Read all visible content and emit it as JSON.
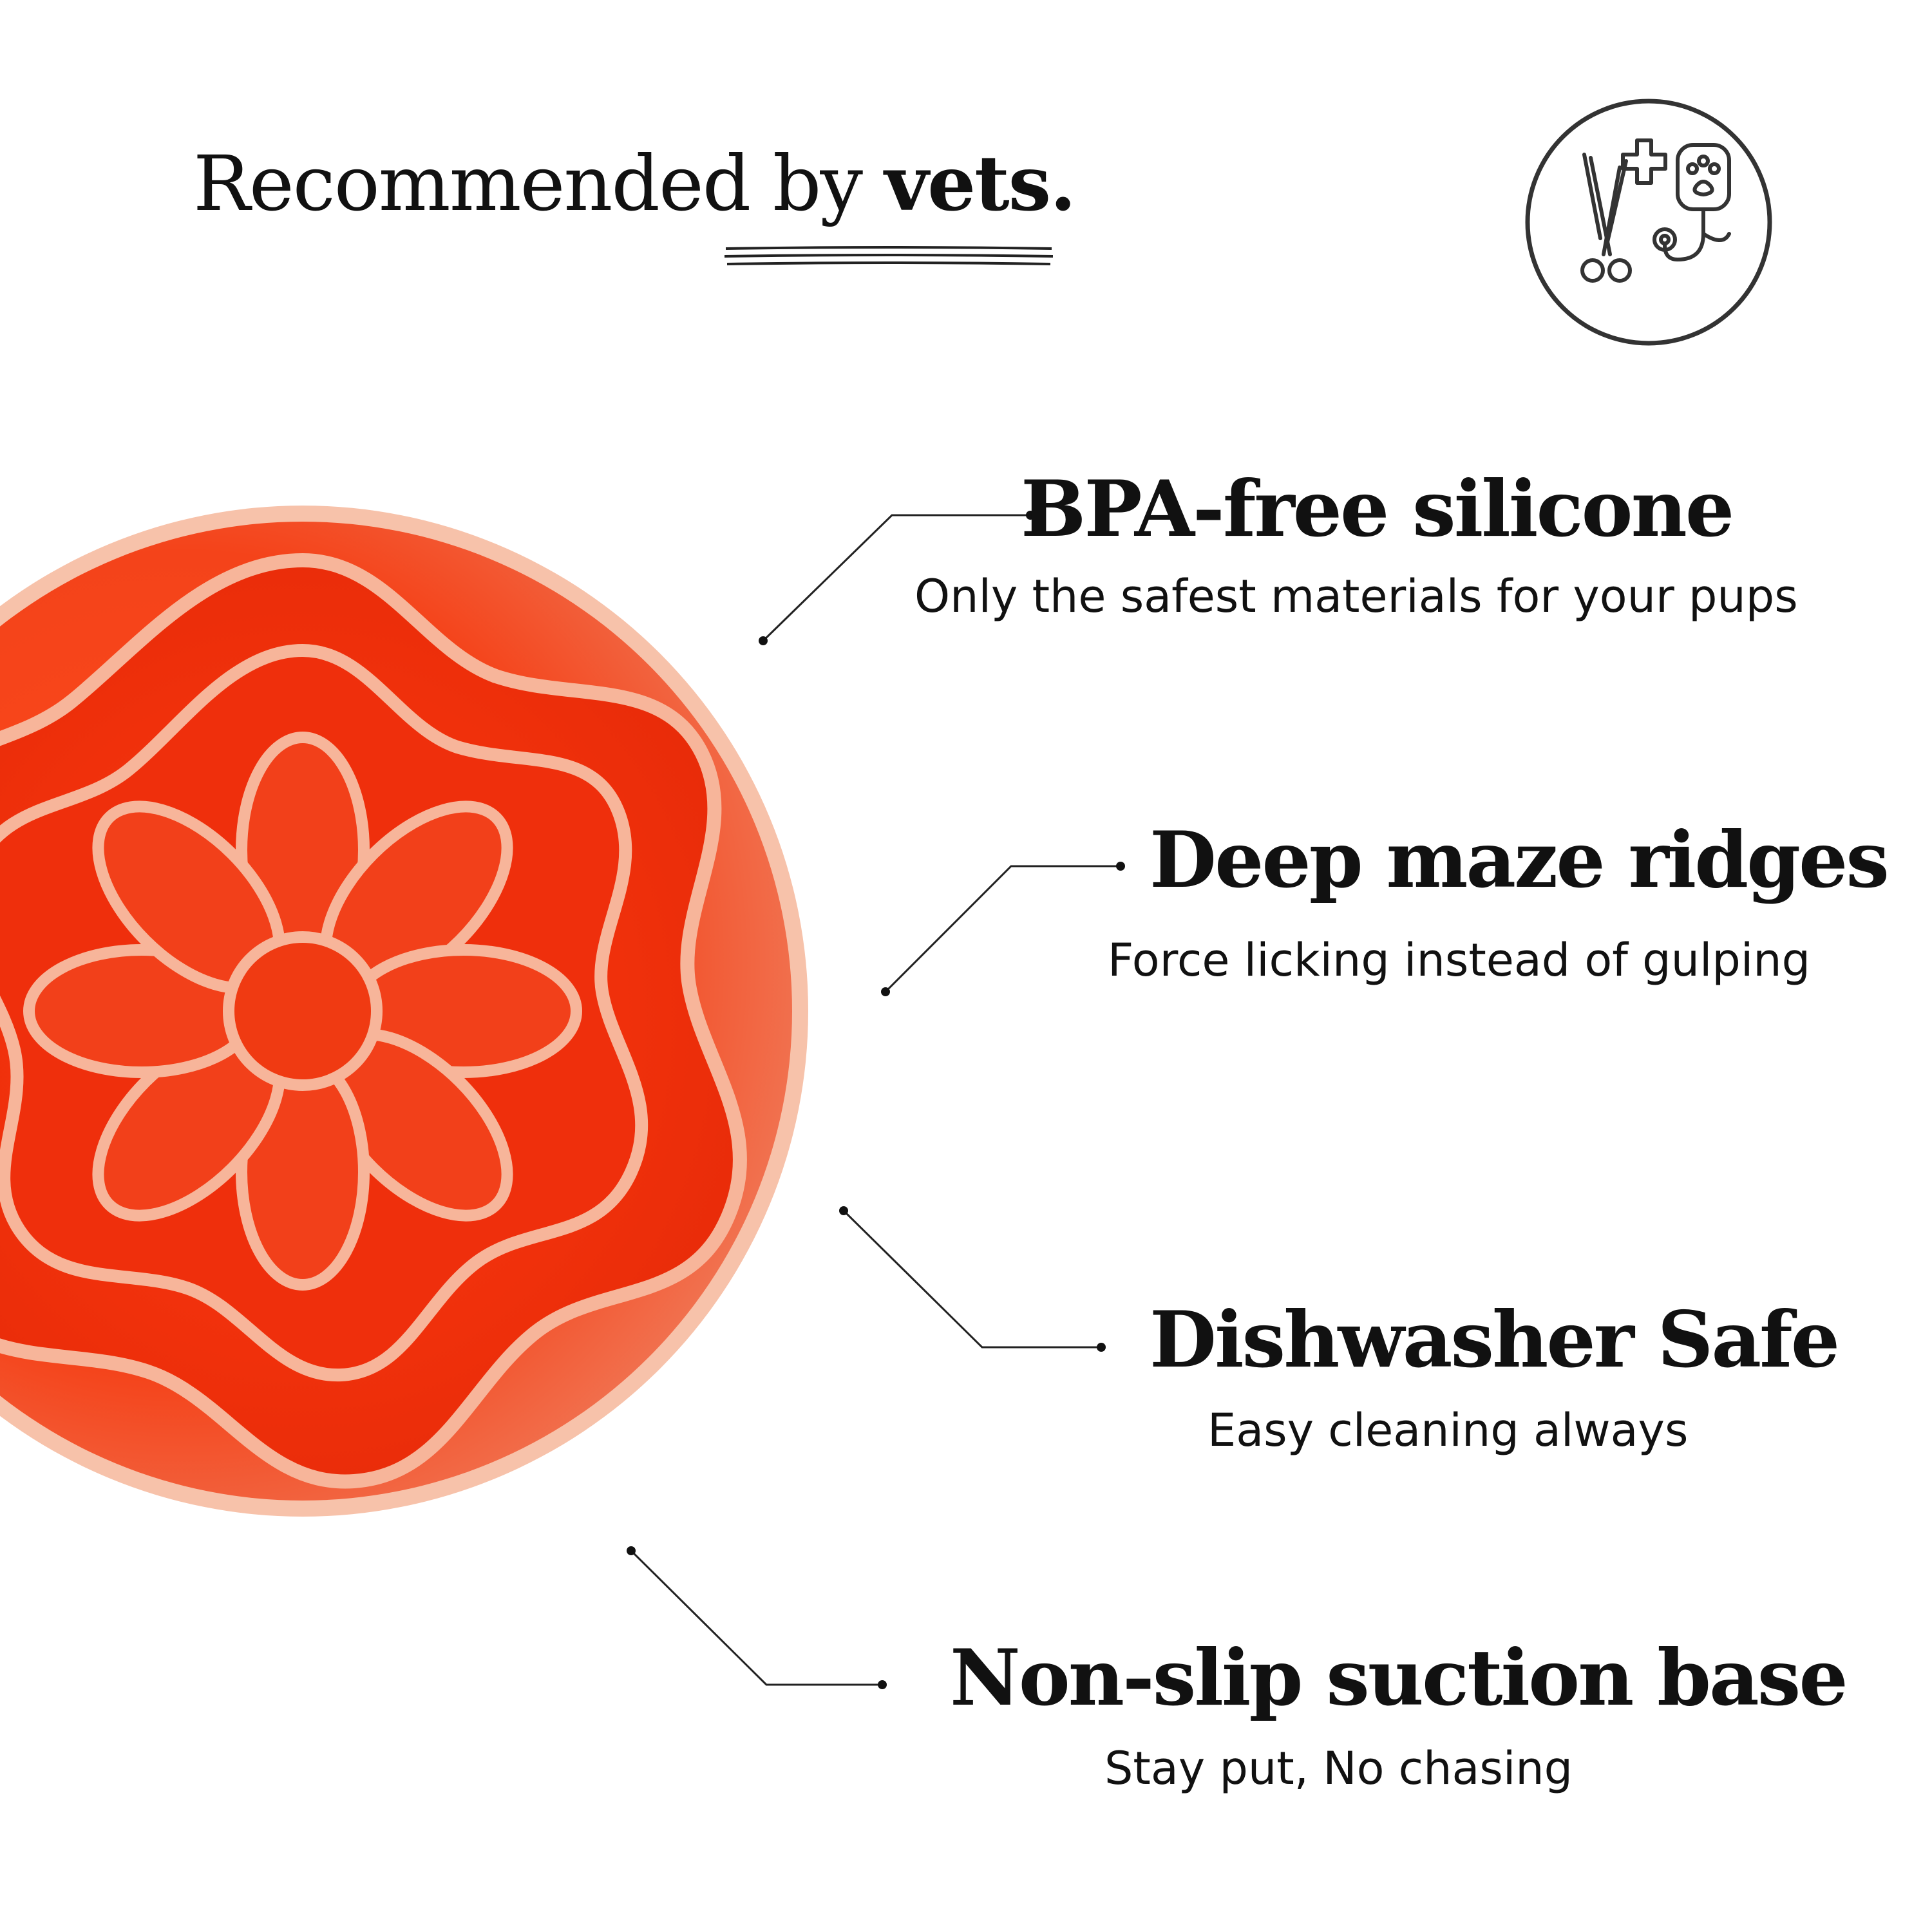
{
  "headline": {
    "prefix": "Recommended by ",
    "emphasis": "vets."
  },
  "icons": {
    "badge": "veterinary-tools-icon",
    "product": "slow-feeder-plate"
  },
  "colors": {
    "plate_base": "#f2521f",
    "plate_ridge": "#f7b59a",
    "plate_deep": "#e8270a",
    "text": "#111111",
    "badge_stroke": "#333333"
  },
  "features": [
    {
      "title": "BPA-free silicone",
      "description": "Only the safest materials for your pups"
    },
    {
      "title": "Deep maze ridges",
      "description": "Force licking instead of gulping"
    },
    {
      "title": "Dishwasher Safe",
      "description": "Easy cleaning always"
    },
    {
      "title": "Non-slip suction base",
      "description": "Stay put, No chasing"
    }
  ]
}
